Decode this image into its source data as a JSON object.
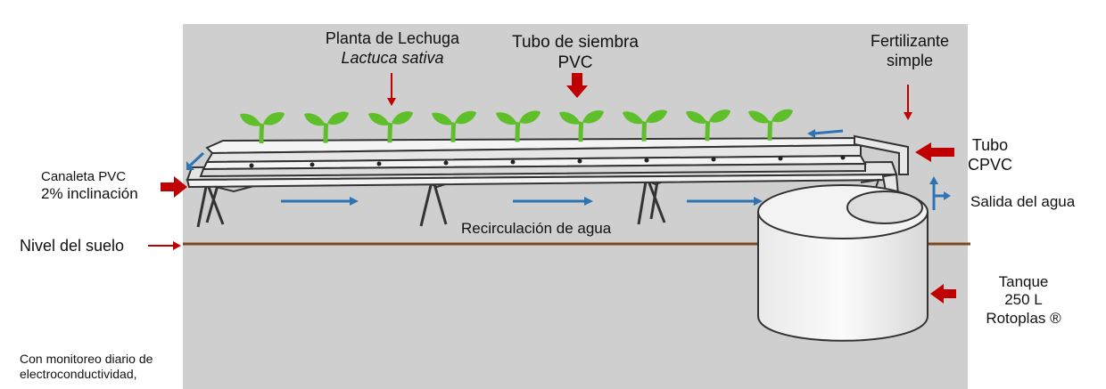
{
  "labels": {
    "plant_line1": "Planta de Lechuga",
    "plant_line2": "Lactuca sativa",
    "tube_line1": "Tubo de siembra",
    "tube_line2": "PVC",
    "fert_line1": "Fertilizante",
    "fert_line2": "simple",
    "cpvc_line1": "Tubo",
    "cpvc_line2": "CPVC",
    "channel_line1": "Canaleta PVC",
    "channel_line2": "2% inclinación",
    "outlet": "Salida del agua",
    "ground": "Nivel del suelo",
    "recirculation": "Recirculación de agua",
    "tank_line1": "Tanque",
    "tank_line2": "250 L",
    "tank_line3": "Rotoplas ®",
    "note_line1": "Con monitoreo diario de",
    "note_line2": "electroconductividad,"
  },
  "colors": {
    "background_panel": "#cfcfcf",
    "ground_line": "#7a4a1e",
    "red_arrow": "#c00000",
    "blue_arrow": "#2e74b5",
    "plant_green": "#5fbf2a"
  }
}
